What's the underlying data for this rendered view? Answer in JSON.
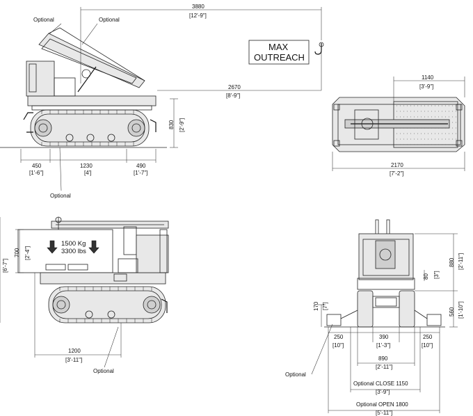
{
  "labels": {
    "optional": "Optional",
    "max_outreach_line1": "MAX",
    "max_outreach_line2": "OUTREACH",
    "load_kg": "1500 Kg",
    "load_lbs": "3300 lbs",
    "optional_close": "Optional CLOSE 1150",
    "optional_open": "Optional OPEN 1800"
  },
  "dims": {
    "outreach": {
      "mm": "3880",
      "ft": "[12'-9\"]"
    },
    "reach_2670": {
      "mm": "2670",
      "ft": "[8'-9\"]"
    },
    "height_830": {
      "mm": "830",
      "ft": "[2'-9\"]"
    },
    "d450": {
      "mm": "450",
      "ft": "[1'-6\"]"
    },
    "d1230": {
      "mm": "1230",
      "ft": "[4']"
    },
    "d490": {
      "mm": "490",
      "ft": "[1'-7\"]"
    },
    "d1140": {
      "mm": "1140",
      "ft": "[3'-9\"]"
    },
    "d2170": {
      "mm": "2170",
      "ft": "[7'-2\"]"
    },
    "d700": {
      "mm": "700",
      "ft": "[2'-4\"]"
    },
    "left_height_ft": "[6'-7\"]",
    "d1200": {
      "mm": "1200",
      "ft": "[3'-11\"]"
    },
    "d880": {
      "mm": "880",
      "ft": "[2'-11\"]"
    },
    "d80": {
      "mm": "80",
      "ft": "[3\"]"
    },
    "d170": {
      "mm": "170",
      "ft": "[7\"]"
    },
    "d560": {
      "mm": "560",
      "ft": "[1'-10\"]"
    },
    "d250_left": {
      "mm": "250",
      "ft": "[10\"]"
    },
    "d390": {
      "mm": "390",
      "ft": "[1'-3\"]"
    },
    "d250_right": {
      "mm": "250",
      "ft": "[10\"]"
    },
    "d890": {
      "mm": "890",
      "ft": "[2'-11\"]"
    },
    "close_ft": "[3'-9\"]",
    "open_ft": "[5'-11\"]"
  }
}
